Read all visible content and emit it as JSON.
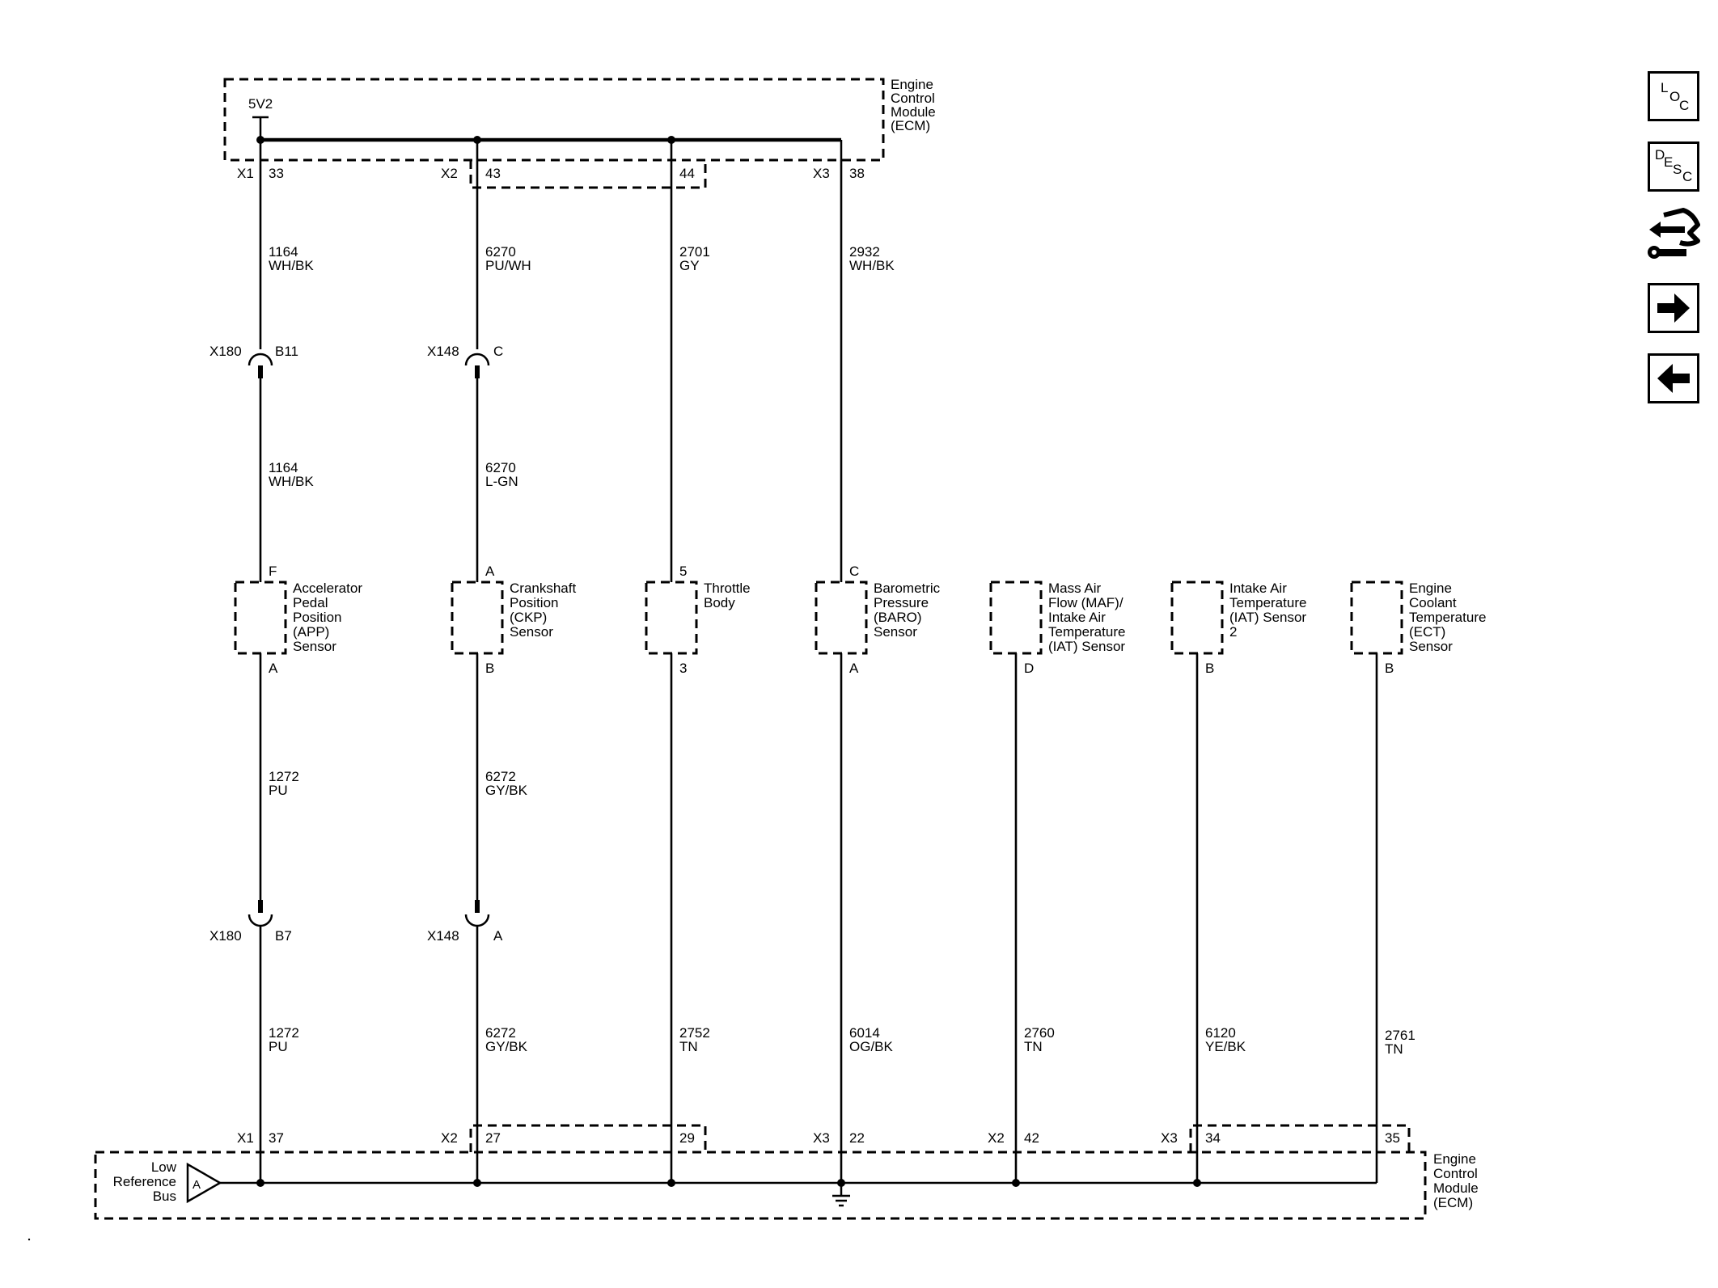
{
  "ecm_top": {
    "module_label": [
      "Engine",
      "Control",
      "Module",
      "(ECM)"
    ],
    "supply_label": "5V2"
  },
  "ecm_bottom": {
    "module_label": [
      "Engine",
      "Control",
      "Module",
      "(ECM)"
    ],
    "bus_label": [
      "Low",
      "Reference",
      "Bus"
    ],
    "bus_symbol": "A"
  },
  "upper_circuits": [
    {
      "top_conn": "X1",
      "top_pin": "33",
      "wire1_num": "1164",
      "wire1_color": "WH/BK",
      "inline_conn": "X180",
      "inline_pin": "B11",
      "wire2_num": "1164",
      "wire2_color": "WH/BK",
      "sensor_pin": "F"
    },
    {
      "top_conn": "X2",
      "top_pin": "43",
      "wire1_num": "6270",
      "wire1_color": "PU/WH",
      "inline_conn": "X148",
      "inline_pin": "C",
      "wire2_num": "6270",
      "wire2_color": "L-GN",
      "sensor_pin": "A"
    },
    {
      "top_conn": "",
      "top_pin": "44",
      "wire1_num": "2701",
      "wire1_color": "GY",
      "sensor_pin": "5"
    },
    {
      "top_conn": "X3",
      "top_pin": "38",
      "wire1_num": "2932",
      "wire1_color": "WH/BK",
      "sensor_pin": "C"
    }
  ],
  "sensors": [
    {
      "name": [
        "Accelerator",
        "Pedal",
        "Position",
        "(APP)",
        "Sensor"
      ],
      "pin_bottom": "A"
    },
    {
      "name": [
        "Crankshaft",
        "Position",
        "(CKP)",
        "Sensor"
      ],
      "pin_bottom": "B"
    },
    {
      "name": [
        "Throttle",
        "Body"
      ],
      "pin_bottom": "3"
    },
    {
      "name": [
        "Barometric",
        "Pressure",
        "(BARO)",
        "Sensor"
      ],
      "pin_bottom": "A"
    },
    {
      "name": [
        "Mass Air",
        "Flow (MAF)/",
        "Intake Air",
        "Temperature",
        "(IAT) Sensor"
      ],
      "pin_bottom": "D"
    },
    {
      "name": [
        "Intake Air",
        "Temperature",
        "(IAT) Sensor",
        "2"
      ],
      "pin_bottom": "B"
    },
    {
      "name": [
        "Engine",
        "Coolant",
        "Temperature",
        "(ECT)",
        "Sensor"
      ],
      "pin_bottom": "B"
    }
  ],
  "lower_circuits": [
    {
      "wire1_num": "1272",
      "wire1_color": "PU",
      "inline_conn": "X180",
      "inline_pin": "B7",
      "wire2_num": "1272",
      "wire2_color": "PU",
      "bottom_conn": "X1",
      "bottom_pin": "37"
    },
    {
      "wire1_num": "6272",
      "wire1_color": "GY/BK",
      "inline_conn": "X148",
      "inline_pin": "A",
      "wire2_num": "6272",
      "wire2_color": "GY/BK",
      "bottom_conn": "X2",
      "bottom_pin": "27"
    },
    {
      "wire2_num": "2752",
      "wire2_color": "TN",
      "bottom_conn": "",
      "bottom_pin": "29"
    },
    {
      "wire2_num": "6014",
      "wire2_color": "OG/BK",
      "bottom_conn": "X3",
      "bottom_pin": "22"
    },
    {
      "wire2_num": "2760",
      "wire2_color": "TN",
      "bottom_conn": "X2",
      "bottom_pin": "42"
    },
    {
      "wire2_num": "6120",
      "wire2_color": "YE/BK",
      "bottom_conn": "X3",
      "bottom_pin": "34"
    },
    {
      "wire2_num": "2761",
      "wire2_color": "TN",
      "bottom_conn": "",
      "bottom_pin": "35"
    }
  ],
  "nav": {
    "loc": {
      "l1": "L",
      "l2": "O",
      "l3": "C"
    },
    "desc": {
      "l1": "D",
      "l2": "E",
      "l3": "S",
      "l4": "C"
    },
    "connector_icon": "connector-tool-icon",
    "next_icon": "arrow-right-icon",
    "prev_icon": "arrow-left-icon"
  }
}
